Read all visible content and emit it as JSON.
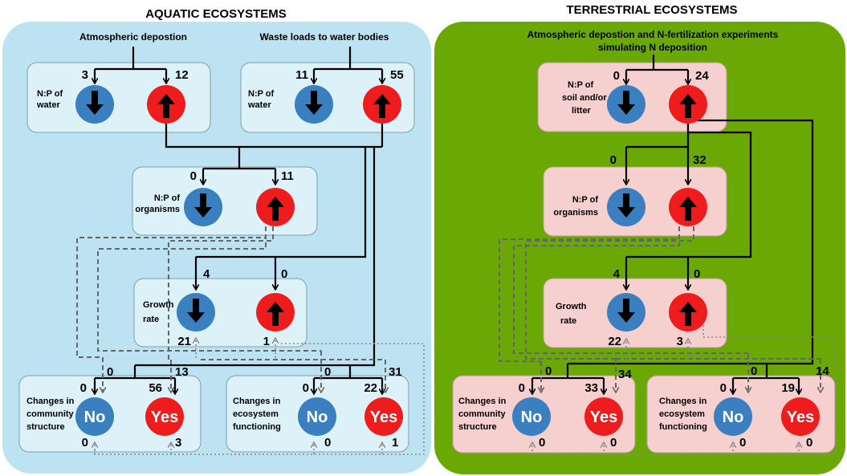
{
  "aquatic": {
    "title": "AQUATIC ECOSYSTEMS",
    "source_left": "Atmospheric depostion",
    "source_right": "Waste loads to water bodies",
    "np_water_left": {
      "label_1": "N:P of",
      "label_2": "water",
      "decrease": "3",
      "increase": "12"
    },
    "np_water_right": {
      "label_1": "N:P of",
      "label_2": "water",
      "decrease": "11",
      "increase": "55"
    },
    "np_organisms": {
      "label_1": "N:P of",
      "label_2": "organisms",
      "decrease": "0",
      "increase": "11"
    },
    "growth_rate": {
      "label_1": "Growth",
      "label_2": "rate",
      "decrease_top": "4",
      "increase_top": "0",
      "decrease_bottom": "21",
      "increase_bottom": "1"
    },
    "community": {
      "label_1": "Changes in",
      "label_2": "community",
      "label_3": "structure",
      "no_top_a": "0",
      "no_top_b": "0",
      "yes_top_a": "56",
      "yes_top_b": "13",
      "no_bottom": "0",
      "yes_bottom": "3"
    },
    "ecosystem": {
      "label_1": "Changes in",
      "label_2": "ecosystem",
      "label_3": "functioning",
      "no_top_a": "0",
      "no_top_b": "0",
      "yes_top_a": "22",
      "yes_top_b": "31",
      "no_bottom": "0",
      "yes_bottom": "1"
    }
  },
  "terrestrial": {
    "title": "TERRESTRIAL ECOSYSTEMS",
    "source_line_1": "Atmospheric depostion and N-fertilization experiments",
    "source_line_2": "simulating N deposition",
    "np_soil": {
      "label_1": "N:P of",
      "label_2": "soil and/or",
      "label_3": "litter",
      "decrease": "0",
      "increase": "24"
    },
    "np_organisms": {
      "label_1": "N:P of",
      "label_2": "organisms",
      "decrease": "0",
      "increase": "32"
    },
    "growth_rate": {
      "label_1": "Growth",
      "label_2": "rate",
      "decrease_top": "4",
      "increase_top": "0",
      "decrease_bottom": "22",
      "increase_bottom": "3"
    },
    "community": {
      "label_1": "Changes in",
      "label_2": "community",
      "label_3": "structure",
      "no_top": "0",
      "yes_top_a": "33",
      "yes_top_b": "34",
      "no_top_b": "0",
      "no_bottom": "0",
      "yes_bottom": "0"
    },
    "ecosystem": {
      "label_1": "Changes in",
      "label_2": "ecosystem",
      "label_3": "functioning",
      "no_top": "0",
      "no_top_b": "0",
      "yes_top_a": "19",
      "yes_top_b": "14",
      "no_bottom": "0",
      "yes_bottom": "0"
    }
  },
  "answers": {
    "no": "No",
    "yes": "Yes"
  },
  "colors": {
    "aquatic_bg": "#bde3f2",
    "aquatic_box": "#ddf1f9",
    "terrestrial_bg": "#6aa805",
    "terrestrial_box": "#f6cfcf",
    "decrease": "#3a7fc0",
    "increase": "#ee1c1c"
  }
}
